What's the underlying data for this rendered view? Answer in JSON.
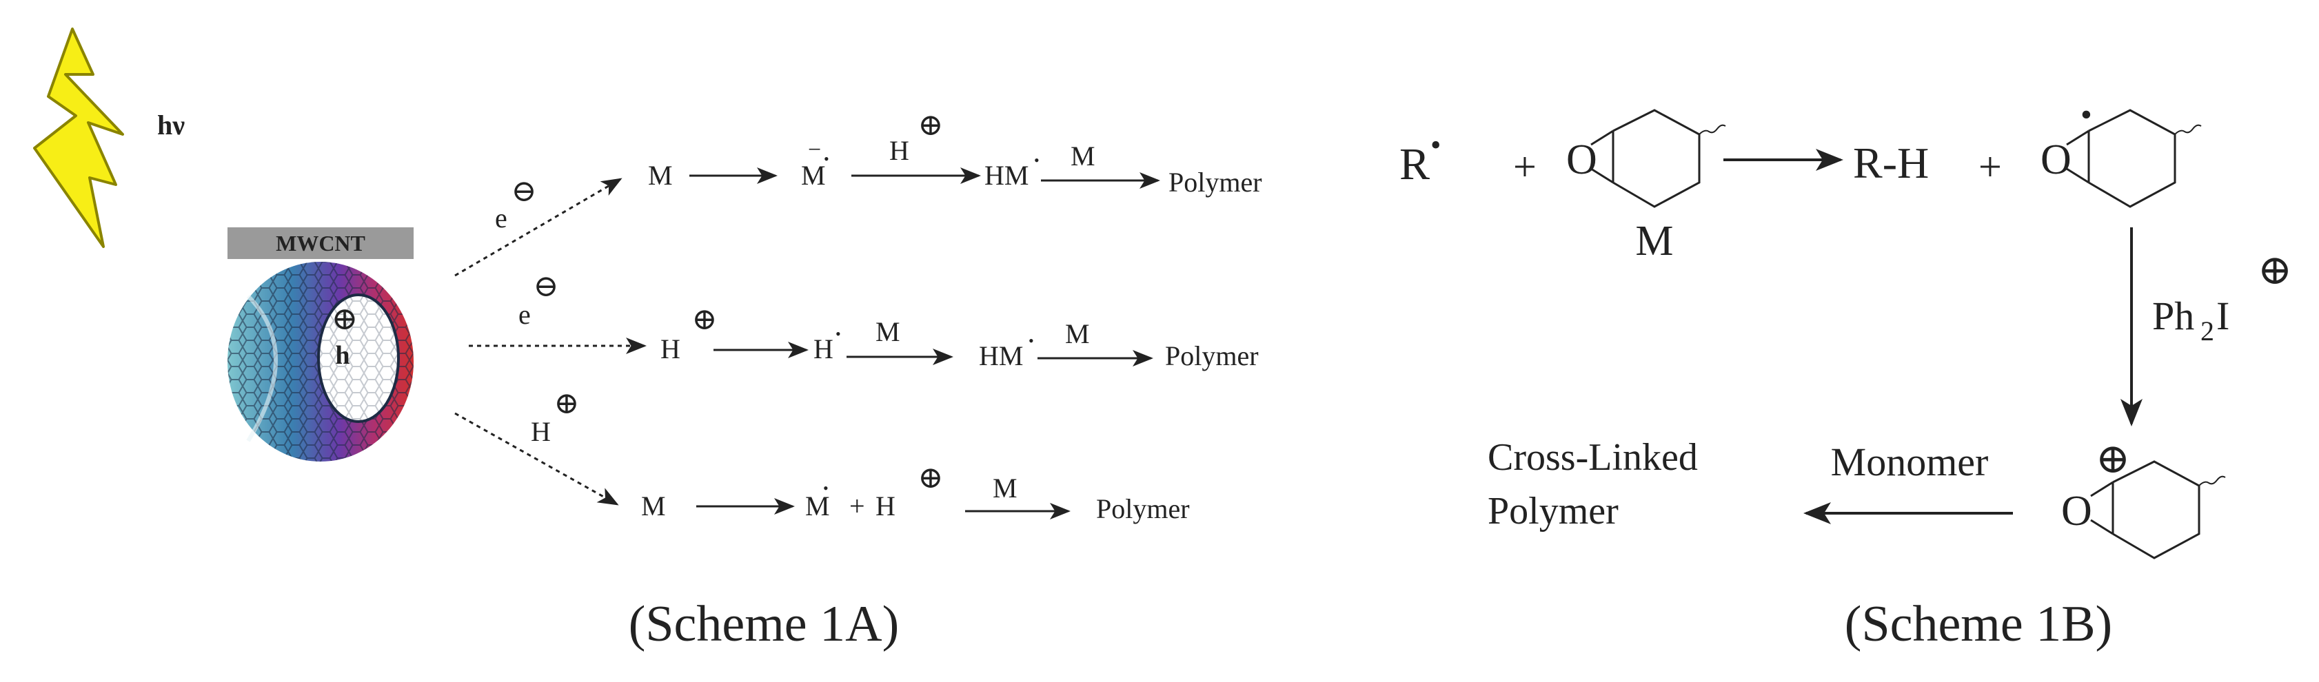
{
  "scheme_a": {
    "light_label": "hν",
    "tube_label": "MWCNT",
    "hole_symbol": "⊕",
    "hole_label": "h",
    "caption": "(Scheme 1A)",
    "routes": [
      {
        "carrier": "e",
        "carrier_charge": "⊖"
      },
      {
        "carrier": "e",
        "carrier_charge": "⊖"
      },
      {
        "carrier": "H",
        "carrier_charge": "⊕"
      }
    ],
    "row1": {
      "m": "M",
      "m_anion": "M",
      "anion_mark": "−",
      "radical_dot": "•",
      "h": "H",
      "plus": "⊕",
      "hm": "HM",
      "m_over_arrow": "M",
      "product": "Polymer"
    },
    "row2": {
      "h": "H",
      "plus": "⊕",
      "h_radical": "H",
      "radical_dot": "•",
      "m_over_arrow1": "M",
      "hm": "HM",
      "m_over_arrow2": "M",
      "product": "Polymer"
    },
    "row3": {
      "m": "M",
      "m_radical": "M",
      "radical_dot": "•",
      "plus_sign": "+",
      "h": "H",
      "plus": "⊕",
      "m_over_arrow": "M",
      "product": "Polymer"
    }
  },
  "scheme_b": {
    "radical": "R",
    "radical_dot": "•",
    "plus1": "+",
    "epoxide_o": "O",
    "monomer_label": "M",
    "rh": "R-H",
    "plus2": "+",
    "radical_o": "O",
    "reagent": "Ph",
    "reagent_sub": "2",
    "reagent_i": "I",
    "reagent_charge": "⊕",
    "cation_o": "O",
    "cation_charge": "⊕",
    "monomer_text": "Monomer",
    "product_line1": "Cross-Linked",
    "product_line2": "Polymer",
    "caption": "(Scheme 1B)"
  },
  "colors": {
    "lightning": "#f7ee16",
    "lightning_stroke": "#8a8400",
    "label_bar": "#9a9a9a",
    "ink": "#222222"
  }
}
